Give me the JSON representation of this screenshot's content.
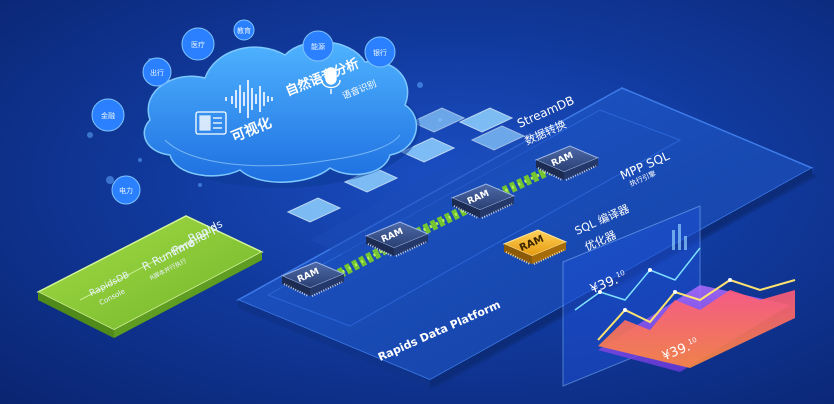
{
  "cloud": {
    "voice_analysis": "自然语音分析",
    "visualization": "可视化",
    "speech_recognition": "语音识别",
    "bubbles": [
      "金融",
      "电力",
      "出行",
      "医疗",
      "教育",
      "能源",
      "银行"
    ]
  },
  "platform": {
    "name": "Rapids Data Platform",
    "streamdb_title": "StreamDB",
    "streamdb_sub": "数据转换",
    "mpp_title": "MPP SQL",
    "mpp_sub": "执行引擎",
    "sql_title": "SQL 编译器",
    "sql_sub": "优化器"
  },
  "ram_chip_label": "RAM",
  "green_panel": {
    "rapids_title": "Rapids",
    "parallel_r": "Parallel R",
    "r_runtime": "R Runtime",
    "r_runtime_sub": "R脚本并行执行",
    "rapidsdb": "RapidsDB",
    "console": "Console"
  },
  "chart_panel": {
    "price_top": "¥39.",
    "price_top_sup": "10",
    "price_bottom": "¥39.",
    "price_bottom_sup": "10"
  },
  "colors": {
    "background": "#113a9e",
    "platform": "#1a4fc0",
    "green_panel": "#8fd13a",
    "ram_chip": "#2b3f6e",
    "ram_highlight": "#f4b41a",
    "chain": "#7ed321"
  }
}
